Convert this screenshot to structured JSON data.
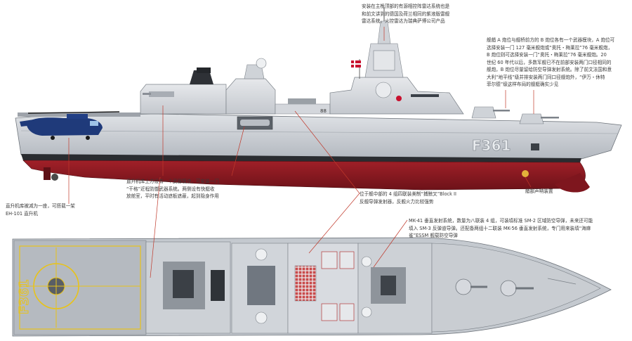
{
  "annotations": {
    "radar": "安装在主桅顶部的有源相控阵雷达系统也是\n和前文讲到的德国及荷兰相同的紫液版雷舰\n雷达系统。火控雷达为瑞典萨博公司产品",
    "guns": "舰艏 A 炮位与舰桥前方的 B 炮位各有一个武器模块，A 炮位可\n选择安装一门 127 毫米舰炮或“奥托・梅莱拉”76 毫米舰炮，\nB 炮位则可选择安装一门“奥托・梅莱拉”76 毫米舰炮。20\n世纪 60 年代以后，多数军舰已不在前部安装两门口径相同的\n舰炮，B 炮位尽量留给防空导弹发射系统。除了前文法国和意\n大利“地平线”级并排安装两门同口径舰炮外，“伊万・休特\n菲尔德”级这样布局的舰艇确实少见",
    "hangar": "直升机库上方设有一个武器模块，可安装一门\n“干格”近程防御武器系统。两侧设有快艇收\n放舱室，平时有活动遮板遮蔽，起到隐身作用",
    "heli": "直升机库被减为一座，可搭载一架\nEH-101 直升机",
    "harpoon": "位于舰中部的 4 组四联装美制“捕鲸叉”Block II\n反舰导弹发射器，反舰火力比较强势",
    "mk41": "MK-41 垂直发射系统，数量为八联装 4 组，可装填标准 SM-2 区域防空导弹，未来还可能\n填入 SM-3 反弹道导弹。还配备两组十二联装 MK-56 垂直发射系统，专门用来装填“海麻\n雀”ESSM 舰载防空导弹",
    "sonar": "艏部声呐装置"
  },
  "markings": {
    "hull_number": "F361",
    "hull_number_deck": "F361",
    "superstructure_code": "88"
  },
  "colors": {
    "hull_grey": "#c9ccd1",
    "superstructure_grey": "#d9dce0",
    "antifouling_red": "#8b1a22",
    "boot_top": "#2a2c30",
    "deck_grey": "#b7bcc2",
    "deck_yellow": "#e8c31a",
    "helicopter_blue": "#1f3a7a",
    "flag_red": "#c8102e",
    "leader_red": "#c0392b"
  }
}
